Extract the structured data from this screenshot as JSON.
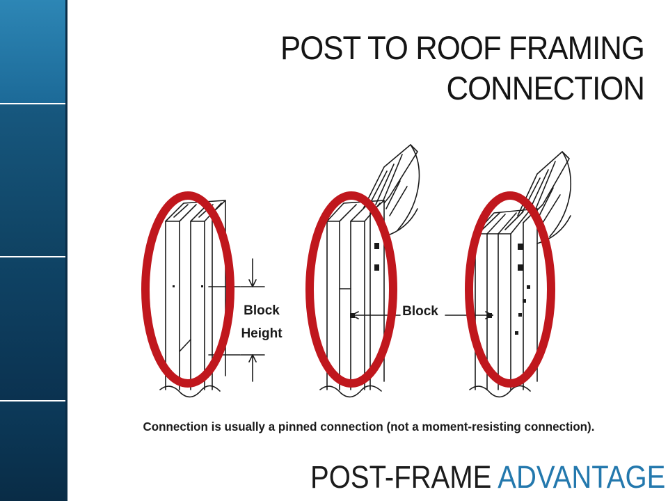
{
  "slide": {
    "title_line1": "POST TO ROOF FRAMING",
    "title_line2": "CONNECTION",
    "caption": "Connection is usually a pinned connection (not a moment-resisting connection).",
    "brand_part1": "POST-FRAME",
    "brand_part2": "ADVANTAGE"
  },
  "diagram": {
    "label_block_height_line1": "Block",
    "label_block_height_line2": "Height",
    "label_block": "Block",
    "highlight_color": "#c0171d"
  }
}
